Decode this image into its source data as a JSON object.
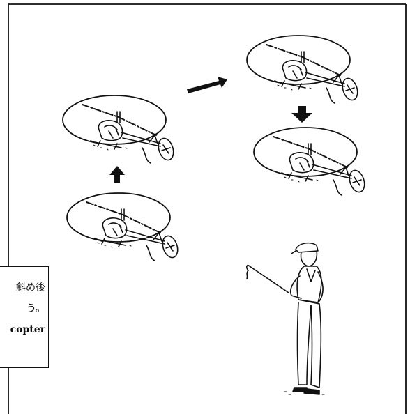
{
  "caption": {
    "line1": "斜め後",
    "line2": "う。",
    "line3": "copter"
  }
}
